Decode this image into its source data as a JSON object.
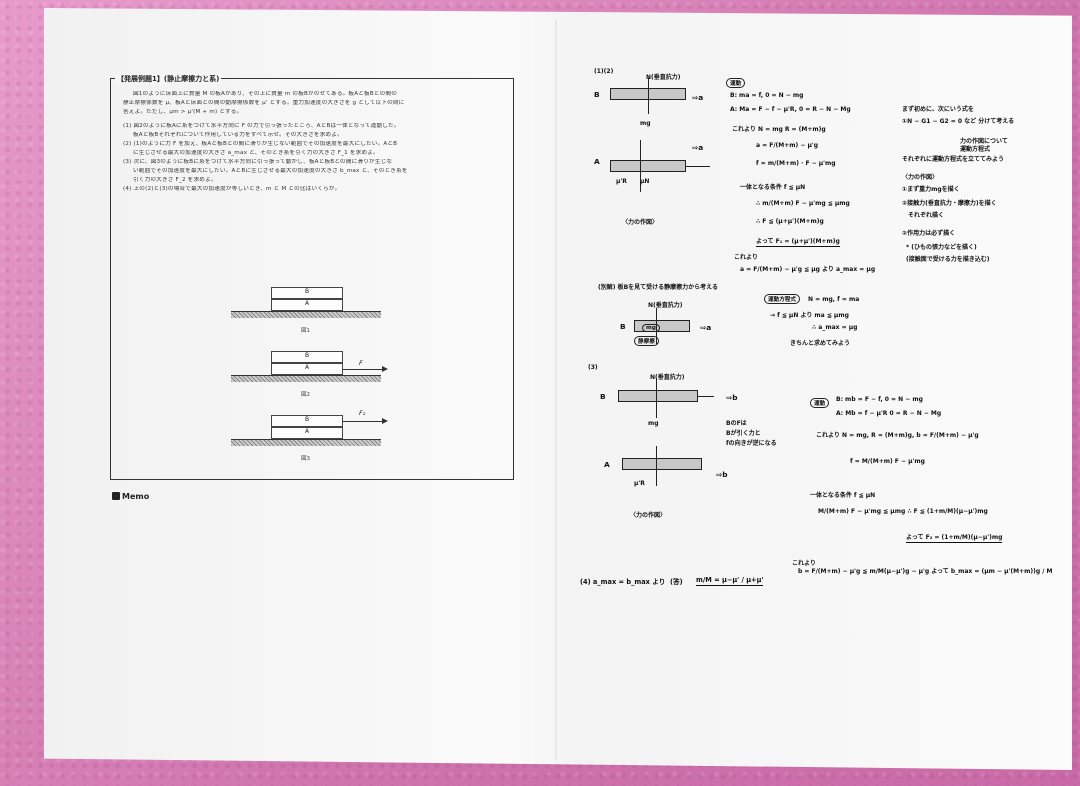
{
  "problem": {
    "title": "【発展例題1】(静止摩擦力と系)",
    "lines": [
      "図1のように床面上に質量 M の板Aがあり、その上に質量 m の板Bがのせてある。板Aと板Bとの間の",
      "静止摩擦係数を μ、板Aと床面との間の動摩擦係数を μ' とする。重力加速度の大きさを g として以下の問に",
      "答えよ。ただし、μm > μ'(M + m) とする。",
      "(1) 図2のように板Aに糸をつけて水平方向に F の力で引っ張ったところ、AとBは一体となって運動した。",
      "板Aと板Bそれぞれについて作用している力をすべて示せ。その大きさを求めよ。",
      "(2) (1)のように力 F を加え、板Aと板Bとの間に滑りが生じない範囲でその加速度を最大にしたい。AとB",
      "に生じさせる最大の加速度の大きさ a_max と、そのとき糸を引く力の大きさ F_1 を求めよ。",
      "(3) 次に、図3のように板Bに糸をつけて水平方向に引っ張って動かし、板Aと板Bとの間に滑りが生じな",
      "い範囲でその加速度を最大にしたい。AとBに生じさせる最大の加速度の大きさ b_max と、そのとき糸を",
      "引く力の大きさ F_2 を求めよ。",
      "(4) 上の(2)と(3)の場合で最大の加速度が等しいとき、m と M との比はいくらか。"
    ],
    "figures": [
      {
        "caption": "図1",
        "block_top": "B",
        "block_bottom": "A",
        "force": ""
      },
      {
        "caption": "図2",
        "block_top": "B",
        "block_bottom": "A",
        "force": "F"
      },
      {
        "caption": "図3",
        "block_top": "B",
        "block_bottom": "A",
        "force": "F₂"
      }
    ],
    "memo_label": "Memo"
  },
  "solution": {
    "part1_label": "(1)(2)",
    "normal_label": "N(垂直抗力)",
    "normal_label_small": "N(垂直抗力)",
    "block_b": "B",
    "block_a": "A",
    "accel": "a",
    "mg": "mg",
    "mu_n": "μN",
    "mu_r": "μ'R",
    "fbd_caption": "〈力の作図〉",
    "eq_tag": "運動",
    "eq1": "B: ma = f,  0 = N − mg",
    "eq2": "A: Ma = F − f − μ'R, 0 = R − N − Mg",
    "eq3": "これより  N = mg   R = (M+m)g",
    "eq4": "a = F/(M+m) − μ'g",
    "eq5": "f = m/(M+m) · F − μ'mg",
    "eq6": "一体となる条件  f ≦ μN",
    "eq7": "∴ m/(M+m) F − μ'mg ≦ μmg",
    "eq8": "∴ F ≦ (μ+μ')(M+m)g",
    "eq9": "よって F₁ = (μ+μ')(M+m)g",
    "eq10": "これより",
    "eq11": "a = F/(M+m) − μ'g ≦ μg  より a_max = μg",
    "side1": "まず初めに、次にいう式を",
    "side2": "①N − G1 − G2 = 0 など 分けて考える",
    "side3": "力の作図について",
    "side4": "運動方程式",
    "side5": "それぞれに運動方程式を立ててみよう",
    "side6": "〈力の作図〉",
    "side7": "①まず重力mgを描く",
    "side8": "②接触力(垂直抗力・摩擦力)を描く",
    "side9": "それぞれ描く",
    "side10": "②作用力は必ず描く",
    "side11": "* (ひもの張力などを描く)",
    "side12": "(接触面で受ける力を描き込む)",
    "alt_title": "(別解) 板Bを見て受ける静摩擦力から考える",
    "alt_tag": "運動方程式",
    "alt1": "N = mg,  f = ma",
    "alt2": "→ f ≦ μN より ma ≦ μmg",
    "alt3": "∴ a_max = μg",
    "alt4": "きちんと求めてみよう",
    "mg_circle": "mg",
    "static_circle": "静摩擦",
    "part3_label": "(3)",
    "b_accel": "b",
    "note1": "BのFは",
    "note2": "Bが引く力と",
    "note3": "fの向きが逆になる",
    "eq_tag2": "運動",
    "eq21": "B: mb = F − f,  0 = N − mg",
    "eq22": "A: Mb = f − μ'R  0 = R − N − Mg",
    "eq23": "これより  N = mg,  R = (M+m)g,  b = F/(M+m) − μ'g",
    "eq24": "f = M/(M+m) F − μ'mg",
    "eq25": "一体となる条件  f ≦ μN",
    "eq26": "M/(M+m) F − μ'mg ≦ μmg   ∴ F ≦ (1+m/M)(μ−μ')mg",
    "eq27": "よって F₂ = (1+m/M)(μ−μ')mg",
    "eq28": "これより",
    "eq29": "b = F/(M+m) − μ'g ≦ m/M(μ−μ')g − μ'g  よって b_max = (μm − μ'(M+m))g / M",
    "part4": "(4) a_max = b_max より",
    "answer_tag": "(答)",
    "answer": "m/M = μ−μ' / μ+μ'"
  }
}
